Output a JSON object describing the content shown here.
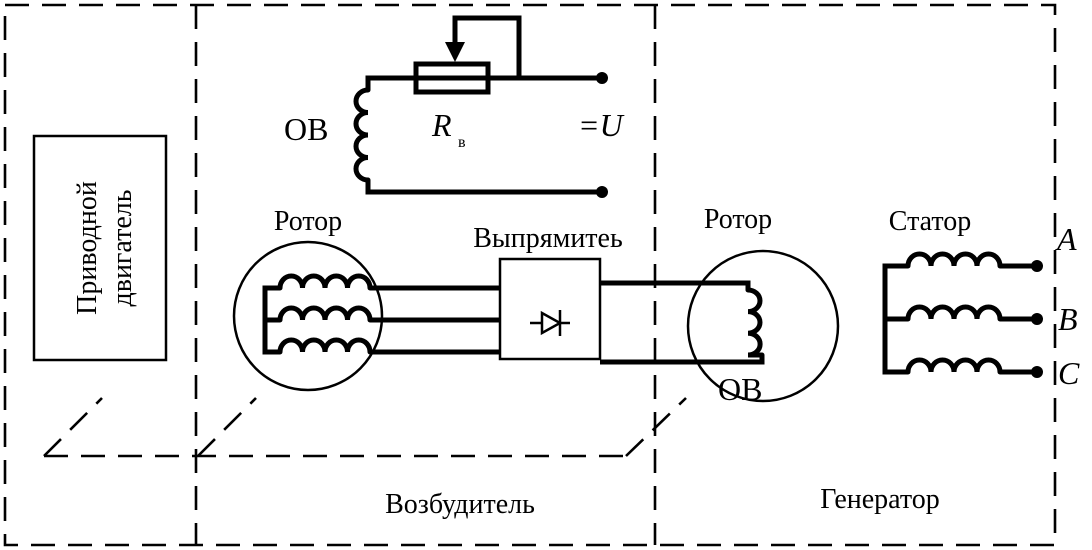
{
  "labels": {
    "drive_motor_line1": "Приводной",
    "drive_motor_line2": "двигатель",
    "exciter_rotor": "Ротор",
    "rectifier": "Выпрямитеь",
    "generator_rotor": "Ротор",
    "stator": "Статор",
    "field_winding_exciter": "ОВ",
    "field_winding_generator": "ОВ",
    "resistor_symbol": "R",
    "resistor_subscript": "в",
    "dc_supply": "=U",
    "phase_a": "A",
    "phase_b": "B",
    "phase_c": "C",
    "exciter_section": "Возбудитель",
    "generator_section": "Генератор"
  },
  "colors": {
    "line": "#000000",
    "background": "#ffffff"
  }
}
